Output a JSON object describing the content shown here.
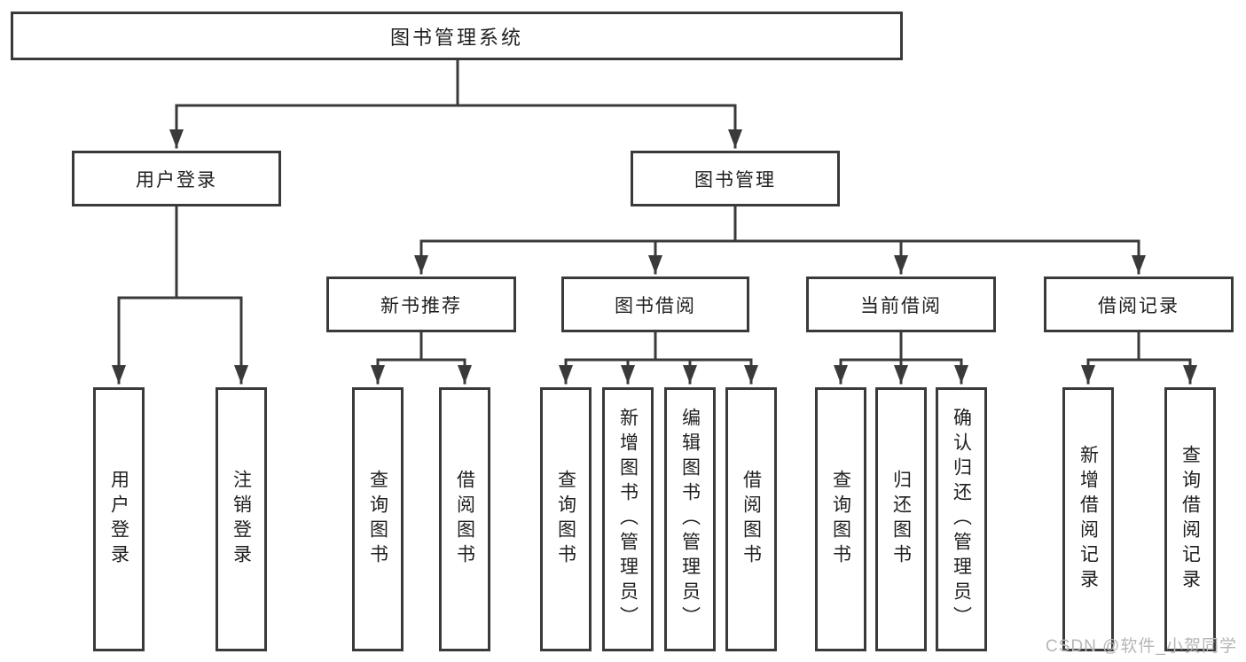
{
  "tree": {
    "label": "图书管理系统",
    "children": [
      {
        "label": "用户登录",
        "children": [
          {
            "label": "用户登录"
          },
          {
            "label": "注销登录"
          }
        ]
      },
      {
        "label": "图书管理",
        "children": [
          {
            "label": "新书推荐",
            "children": [
              {
                "label": "查询图书"
              },
              {
                "label": "借阅图书"
              }
            ]
          },
          {
            "label": "图书借阅",
            "children": [
              {
                "label": "查询图书"
              },
              {
                "label": "新增图书（管理员）"
              },
              {
                "label": "编辑图书（管理员）"
              },
              {
                "label": "借阅图书"
              }
            ]
          },
          {
            "label": "当前借阅",
            "children": [
              {
                "label": "查询图书"
              },
              {
                "label": "归还图书"
              },
              {
                "label": "确认归还（管理员）"
              }
            ]
          },
          {
            "label": "借阅记录",
            "children": [
              {
                "label": "新增借阅记录"
              },
              {
                "label": "查询借阅记录"
              }
            ]
          }
        ]
      }
    ]
  },
  "watermark": {
    "text": "CSDN @软件_小贺同学"
  },
  "colors": {
    "line": "#3a3a3a",
    "text": "#1f1f1f",
    "background": "#ffffff",
    "watermark": "#b6b6b6"
  }
}
